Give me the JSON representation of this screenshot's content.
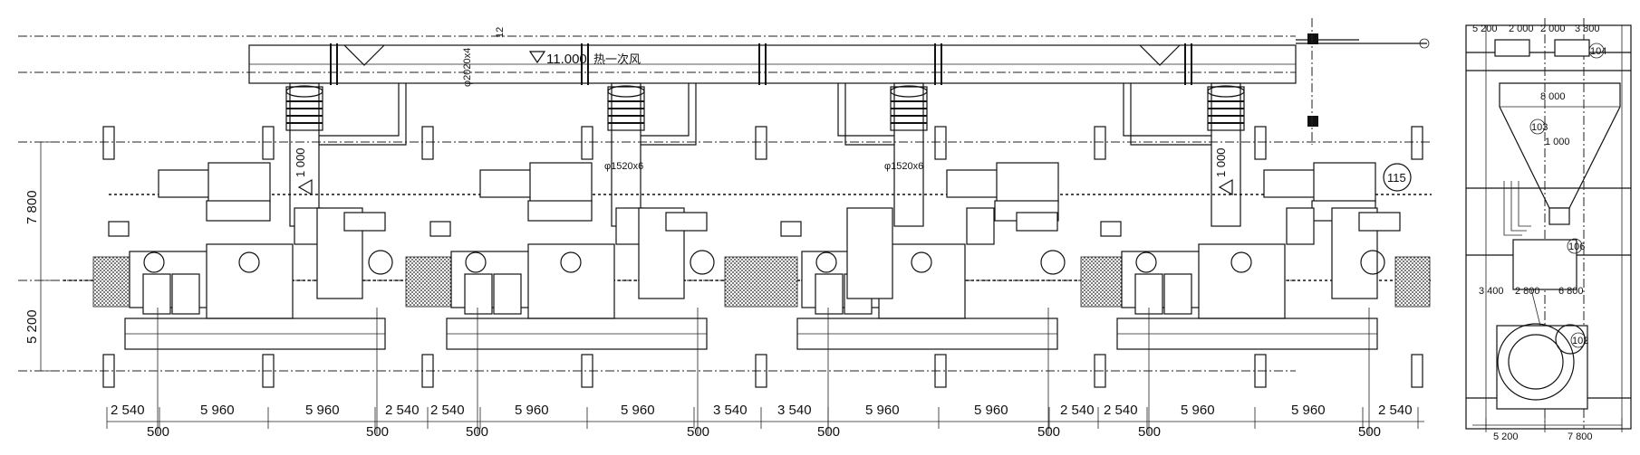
{
  "plan": {
    "level_mark": "11.000",
    "duct_label": "热一次风",
    "duct_size": "φ2020x4",
    "branch_size_left": "φ1520x6",
    "branch_size_right": "φ1520x6",
    "pipe_mark_12": "12",
    "riser_dim_left": "1 000",
    "riser_dim_right": "1 000",
    "bubble_115": "115",
    "vdims": [
      "7 800",
      "5 200"
    ],
    "dims_top": [
      "2 540",
      "5 960",
      "5 960",
      "2 540",
      "2 540",
      "5 960",
      "5 960",
      "3 540",
      "3 540",
      "5 960",
      "5 960",
      "2 540",
      "2 540",
      "5 960",
      "5 960",
      "2 540"
    ],
    "dims_bottom": [
      "500",
      "500",
      "500",
      "500",
      "500",
      "500",
      "500",
      "500"
    ]
  },
  "elevation": {
    "dims_top": [
      "5 200",
      "2 000",
      "2 000",
      "3 800"
    ],
    "bubble_104": "104",
    "dim_8000": "8 000",
    "bubble_103": "103",
    "dim_1000": "1 000",
    "bubble_106": "106",
    "dim_3400": "3 400",
    "dim_2800": "2 800",
    "dim_6800": "6 800",
    "bubble_102": "102",
    "dims_bottom": [
      "5 200",
      "7 800"
    ]
  }
}
